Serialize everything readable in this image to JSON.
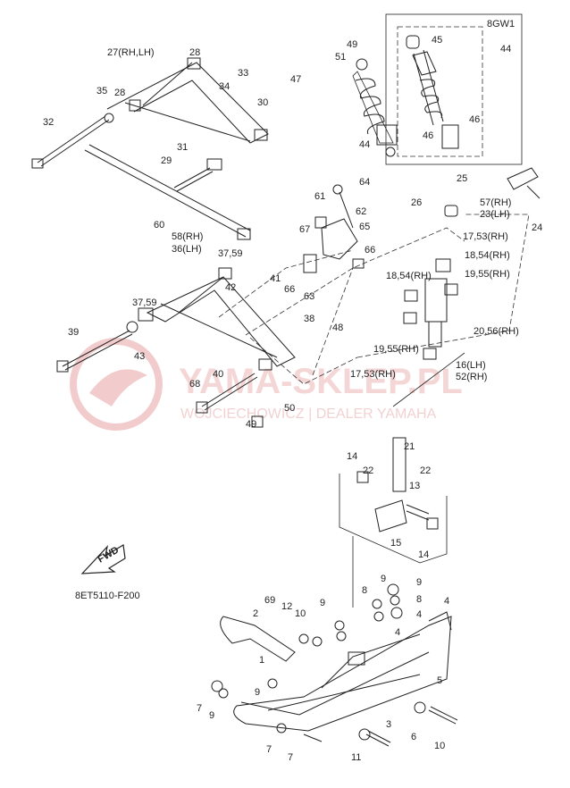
{
  "diagram": {
    "code": "8ET5110-F200",
    "fwd_label": "FWD",
    "variant_box_label": "8GW1",
    "watermark": {
      "line1": "YAMA-SKLEP.PL",
      "line2": "WOJCIECHOWICZ | DEALER YAMAHA"
    },
    "callouts": [
      "27(RH,LH)",
      "28",
      "28",
      "33",
      "34",
      "35",
      "30",
      "32",
      "31",
      "29",
      "60",
      "49",
      "51",
      "47",
      "44",
      "45",
      "44",
      "46",
      "46",
      "64",
      "61",
      "62",
      "65",
      "66",
      "67",
      "63",
      "58(RH)",
      "36(LH)",
      "37,59",
      "41",
      "42",
      "66",
      "37,59",
      "39",
      "43",
      "38",
      "48",
      "40",
      "68",
      "50",
      "49",
      "25",
      "57(RH)",
      "23(LH)",
      "24",
      "26",
      "17,53(RH)",
      "18,54(RH)",
      "18,54(RH)",
      "19,55(RH)",
      "20,56(RH)",
      "19,55(RH)",
      "17,53(RH)",
      "16(LH)",
      "52(RH)",
      "21",
      "14",
      "22",
      "22",
      "13",
      "15",
      "14",
      "69",
      "12",
      "10",
      "2",
      "9",
      "8",
      "9",
      "9",
      "8",
      "4",
      "4",
      "4",
      "1",
      "9",
      "7",
      "9",
      "7",
      "7",
      "5",
      "3",
      "6",
      "10",
      "11",
      "7"
    ]
  },
  "colors": {
    "line": "#222222",
    "watermark": "#f0c6c6"
  }
}
